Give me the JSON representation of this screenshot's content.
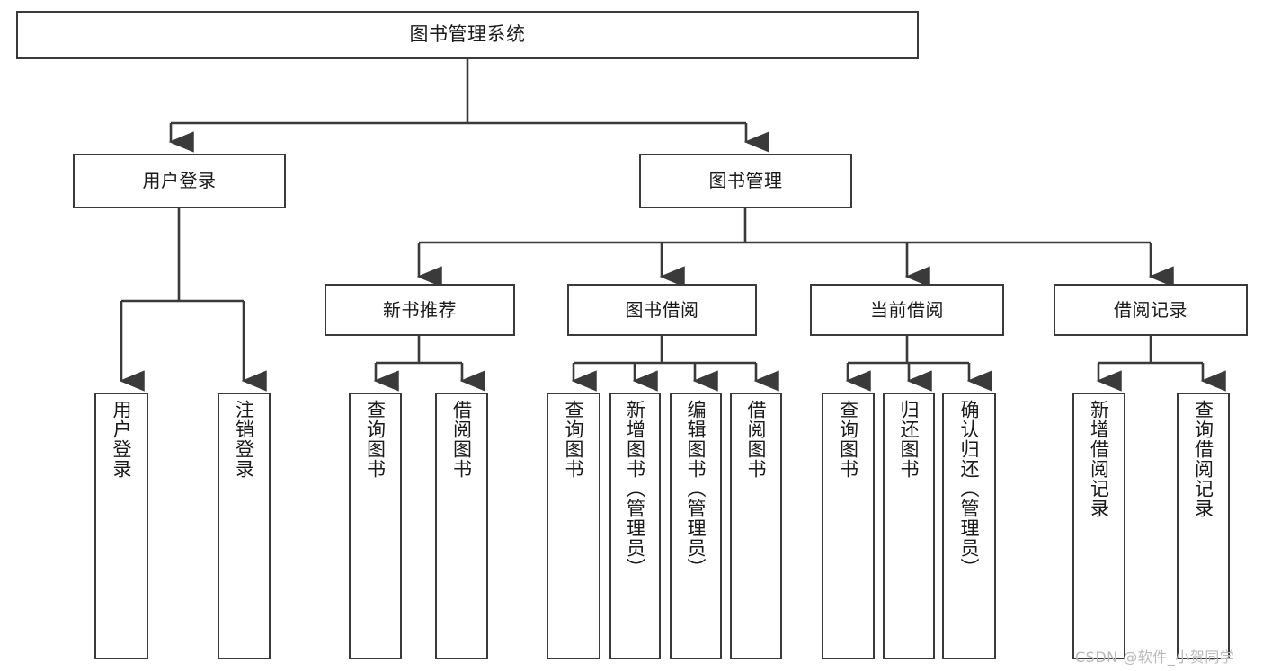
{
  "diagram": {
    "title": "图书管理系统",
    "type": "hierarchy-tree",
    "stroke_color": "#3a3a3a",
    "background_color": "#ffffff",
    "root": {
      "id": "root",
      "label": "图书管理系统"
    },
    "level2": [
      {
        "id": "user-login",
        "label": "用户登录"
      },
      {
        "id": "book-management",
        "label": "图书管理"
      }
    ],
    "level3": [
      {
        "id": "new-book-recommend",
        "label": "新书推荐"
      },
      {
        "id": "book-borrow",
        "label": "图书借阅"
      },
      {
        "id": "current-borrow",
        "label": "当前借阅"
      },
      {
        "id": "borrow-record",
        "label": "借阅记录"
      }
    ],
    "leaves": {
      "user_login": [
        {
          "id": "leaf-user-login",
          "label": "用户登录"
        },
        {
          "id": "leaf-logout",
          "label": "注销登录"
        }
      ],
      "new_book_recommend": [
        {
          "id": "leaf-query-book-1",
          "label": "查询图书"
        },
        {
          "id": "leaf-borrow-book-1",
          "label": "借阅图书"
        }
      ],
      "book_borrow": [
        {
          "id": "leaf-query-book-2",
          "label": "查询图书"
        },
        {
          "id": "leaf-add-book",
          "label": "新增图书（管理员）"
        },
        {
          "id": "leaf-edit-book",
          "label": "编辑图书（管理员）"
        },
        {
          "id": "leaf-borrow-book-2",
          "label": "借阅图书"
        }
      ],
      "current_borrow": [
        {
          "id": "leaf-query-book-3",
          "label": "查询图书"
        },
        {
          "id": "leaf-return-book",
          "label": "归还图书"
        },
        {
          "id": "leaf-confirm-return",
          "label": "确认归还（管理员）"
        }
      ],
      "borrow_record": [
        {
          "id": "leaf-add-record",
          "label": "新增借阅记录"
        },
        {
          "id": "leaf-query-record",
          "label": "查询借阅记录"
        }
      ]
    }
  },
  "watermark": {
    "text": "CSDN @软件_小贺同学"
  }
}
